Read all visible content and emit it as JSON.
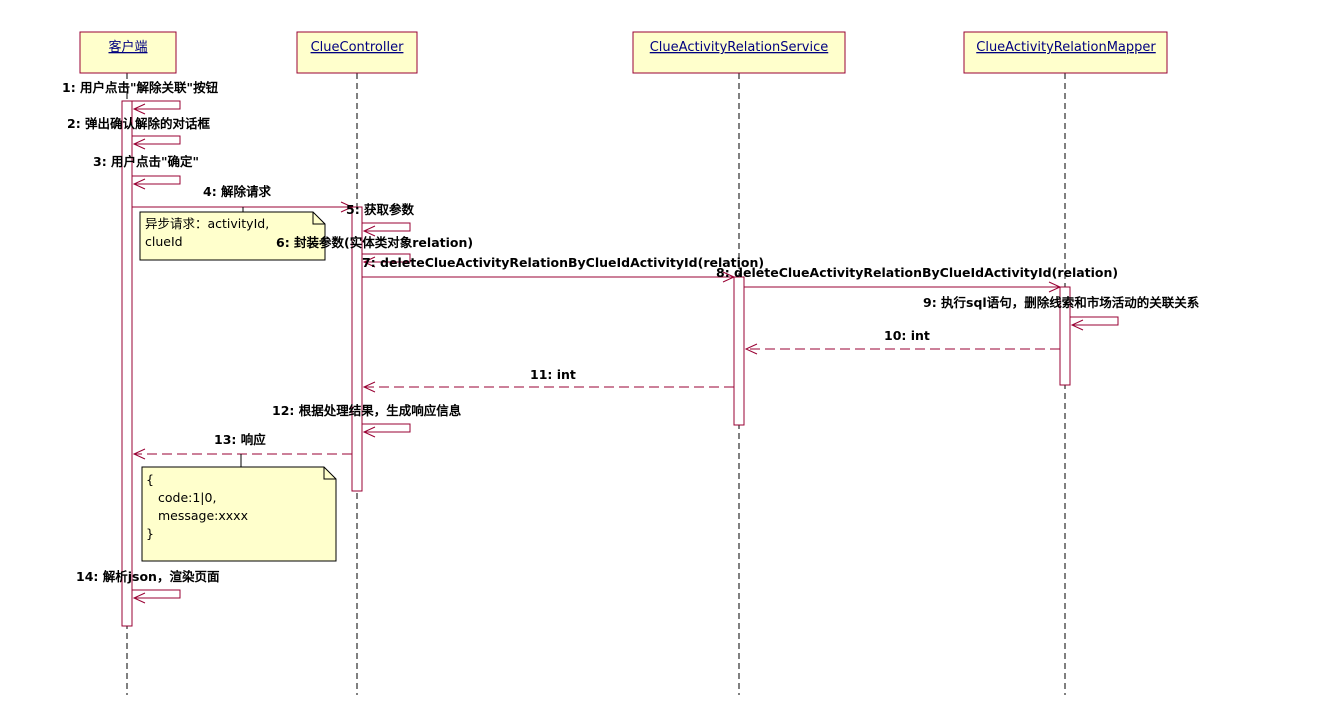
{
  "diagram": {
    "lifelines": [
      {
        "id": "client",
        "label": "客户端"
      },
      {
        "id": "controller",
        "label": "ClueController"
      },
      {
        "id": "service",
        "label": "ClueActivityRelationService"
      },
      {
        "id": "mapper",
        "label": "ClueActivityRelationMapper"
      }
    ],
    "messages": [
      {
        "label": "1: 用户点击\"解除关联\"按钮"
      },
      {
        "label": "2: 弹出确认解除的对话框"
      },
      {
        "label": "3: 用户点击\"确定\""
      },
      {
        "label": "4: 解除请求"
      },
      {
        "label": "5: 获取参数"
      },
      {
        "label": "6: 封装参数(实体类对象relation)"
      },
      {
        "label": "7: deleteClueActivityRelationByClueIdActivityId(relation)"
      },
      {
        "label": "8: deleteClueActivityRelationByClueIdActivityId(relation)"
      },
      {
        "label": "9: 执行sql语句，删除线索和市场活动的关联关系"
      },
      {
        "label": "10: int"
      },
      {
        "label": "11: int"
      },
      {
        "label": "12: 根据处理结果，生成响应信息"
      },
      {
        "label": "13: 响应"
      },
      {
        "label": "14: 解析json，渲染页面"
      }
    ],
    "notes": [
      {
        "lines": [
          "异步请求：activityId,",
          "clueId"
        ]
      },
      {
        "lines": [
          "{",
          "code:1|0,",
          "message:xxxx",
          "}"
        ]
      }
    ],
    "colors": {
      "lifeline_box_fill": "#ffffcc",
      "lifeline_box_border": "#990033",
      "arrow": "#990033",
      "note_fill": "#ffffcc"
    }
  }
}
